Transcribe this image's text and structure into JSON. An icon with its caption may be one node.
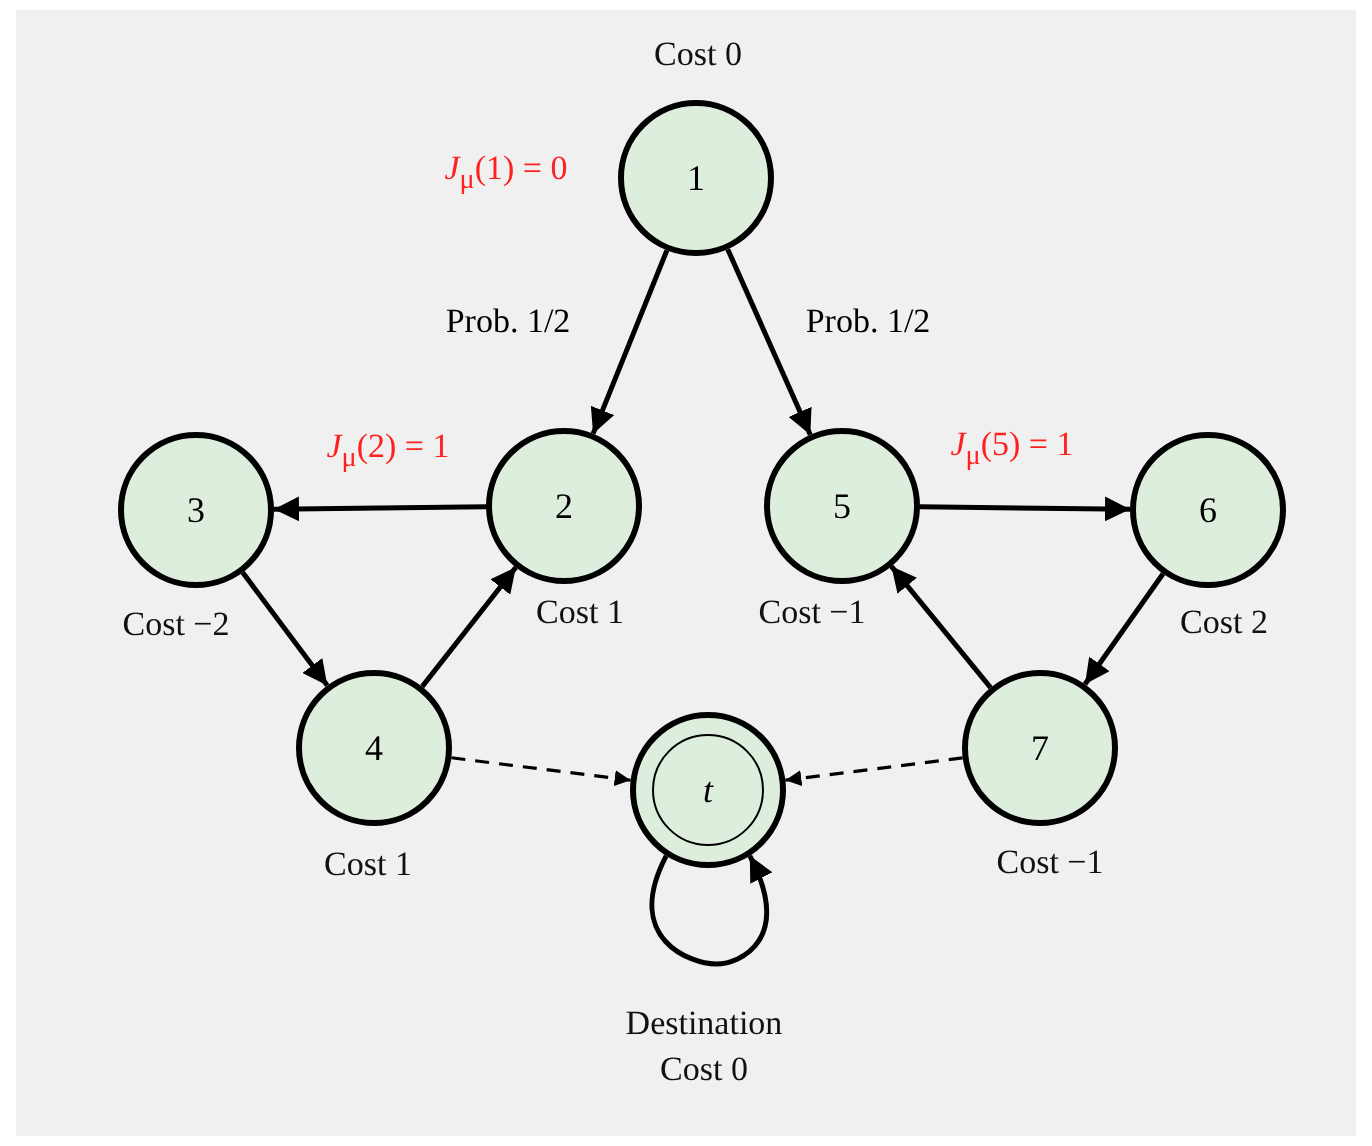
{
  "diagram": {
    "nodes": [
      {
        "text": [
          "1"
        ],
        "beside": [
          "Cost 0",
          "*J*$_{μ}$(1) = 0"
        ]
      },
      {
        "text": [
          "2"
        ],
        "beside": [
          "Cost 1",
          "*J*$_{μ}$(2) = 1"
        ]
      },
      {
        "text": [
          "3"
        ],
        "beside": [
          "Cost −2"
        ]
      },
      {
        "text": [
          "4"
        ],
        "beside": [
          "Cost 1"
        ]
      },
      {
        "text": [
          "5"
        ],
        "beside": [
          "Cost −1",
          "*J*$_{μ}$(5) = 1"
        ]
      },
      {
        "text": [
          "6"
        ],
        "beside": [
          "Cost 2"
        ]
      },
      {
        "text": [
          "7"
        ],
        "beside": [
          "Cost −1"
        ]
      },
      {
        "text": [
          "t"
        ]
      }
    ],
    "labels": [
      "Destination Cost 0"
    ],
    "edges": [
      {
        "from": 0,
        "to": 1,
        "arrow": "to",
        "label": "Prob. 1/2"
      },
      {
        "from": 0,
        "to": 4,
        "arrow": "to",
        "label": "Prob. 1/2"
      },
      {
        "from": 1,
        "to": 2,
        "arrow": "to"
      },
      {
        "from": 2,
        "to": 3,
        "arrow": "to"
      },
      {
        "from": 3,
        "to": 1,
        "arrow": "to"
      },
      {
        "from": 4,
        "to": 5,
        "arrow": "to"
      },
      {
        "from": 5,
        "to": 6,
        "arrow": "to"
      },
      {
        "from": 6,
        "to": 4,
        "arrow": "to"
      },
      {
        "from": 3,
        "to": 7,
        "arrow": "to",
        "style": "dashed"
      },
      {
        "from": 6,
        "to": 7,
        "arrow": "to",
        "style": "dashed"
      },
      {
        "from": 7,
        "to": 7,
        "arrow": "to"
      }
    ]
  }
}
